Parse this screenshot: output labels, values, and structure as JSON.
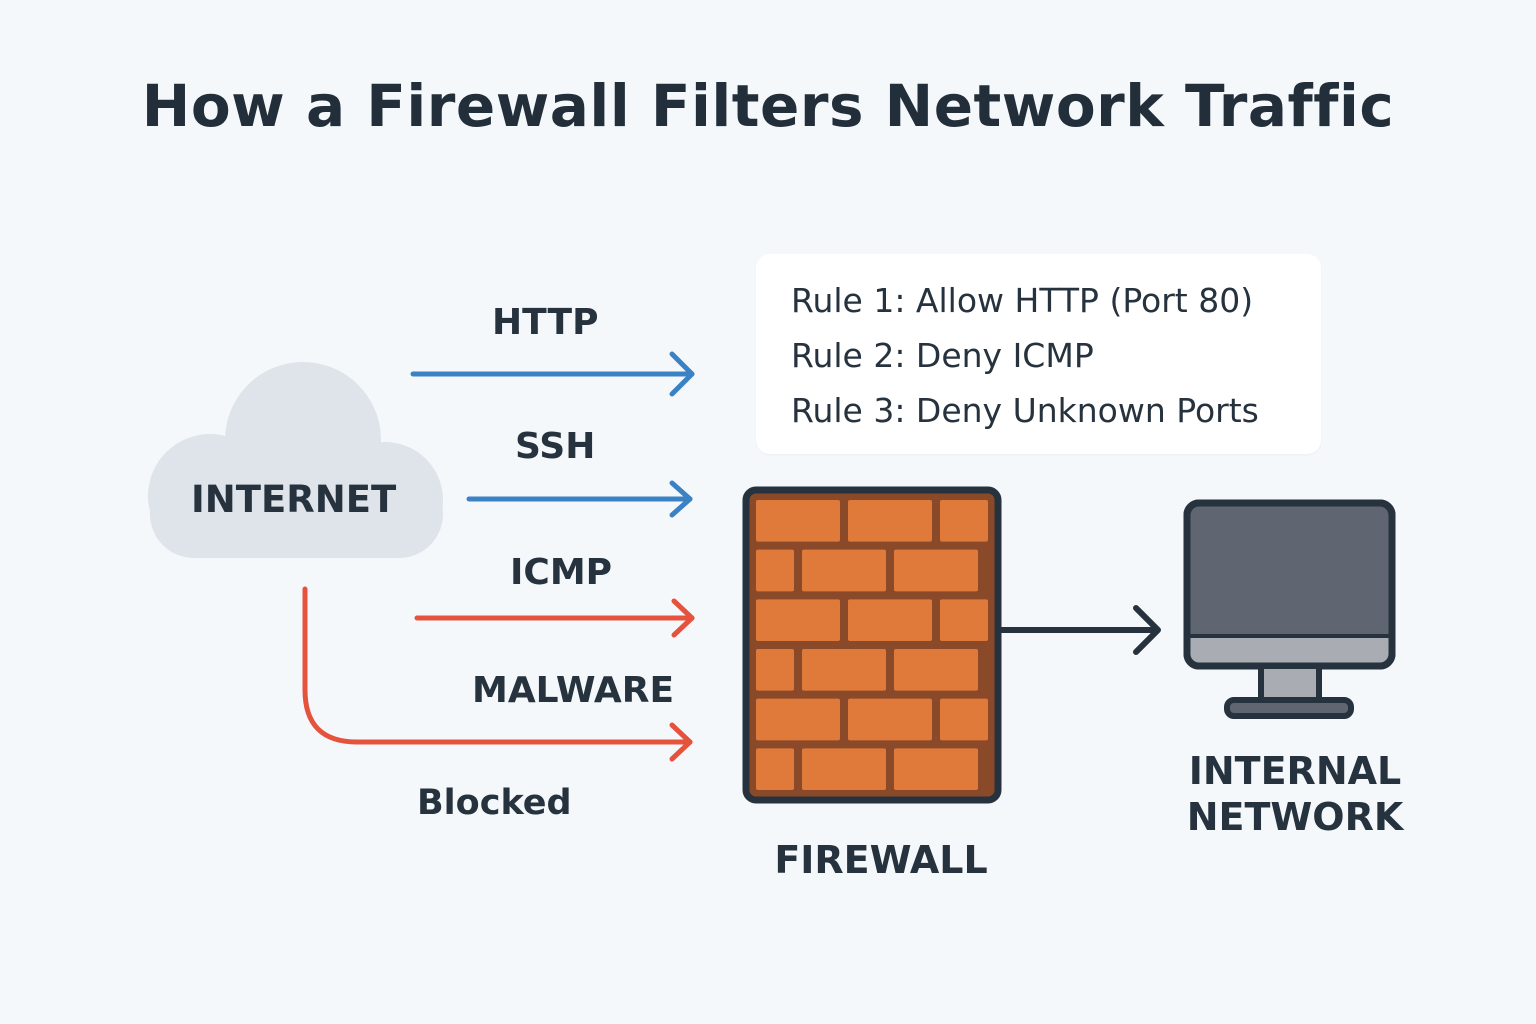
{
  "title": "How a Firewall Filters Network Traffic",
  "internet": {
    "label": "INTERNET"
  },
  "traffic": {
    "http": {
      "label": "HTTP",
      "status": "allowed"
    },
    "ssh": {
      "label": "SSH",
      "status": "allowed"
    },
    "icmp": {
      "label": "ICMP",
      "status": "blocked"
    },
    "malware": {
      "label": "MALWARE",
      "status": "blocked"
    },
    "blocked_label": "Blocked"
  },
  "rules": [
    "Rule 1: Allow HTTP (Port 80)",
    "Rule 2: Deny ICMP",
    "Rule 3: Deny Unknown Ports"
  ],
  "firewall": {
    "label": "FIREWALL"
  },
  "internal": {
    "line1": "INTERNAL",
    "line2": "NETWORK"
  },
  "colors": {
    "background": "#f4f8fb",
    "cloud": "#dfe4ea",
    "allowed_arrow": "#3b82c4",
    "blocked_arrow": "#e5533d",
    "brick": "#e07a3a",
    "mortar": "#8a4a2a",
    "outline": "#26323d",
    "screen": "#5f6671",
    "monitor_base": "#a9adb3"
  },
  "icons": [
    "cloud-icon",
    "brick-wall-icon",
    "monitor-icon"
  ]
}
